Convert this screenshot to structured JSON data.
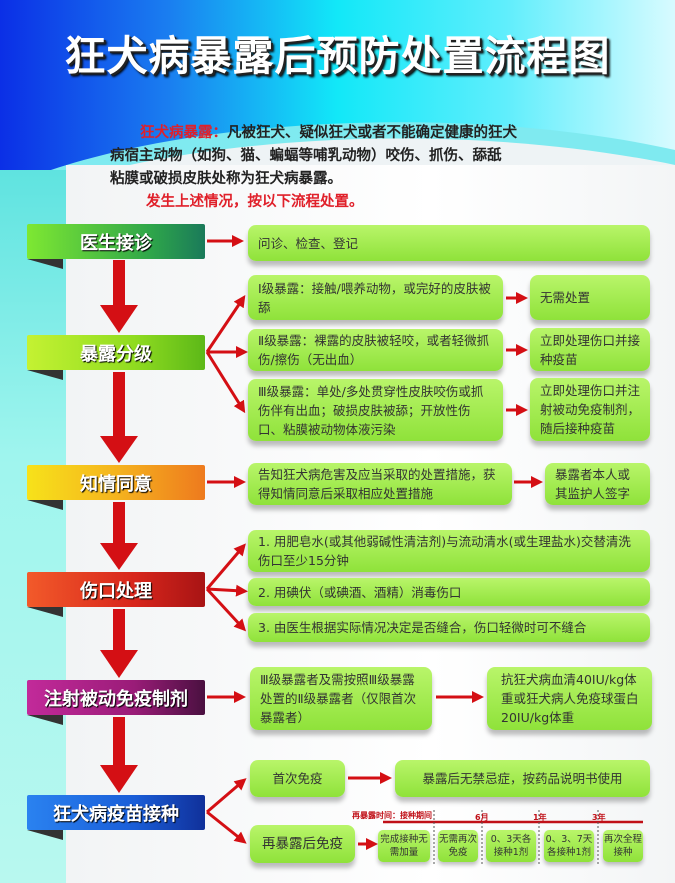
{
  "title": "狂犬病暴露后预防处置流程图",
  "intro": {
    "term": "狂犬病暴露：",
    "line1": "凡被狂犬、疑似狂犬或者不能确定健康的狂犬",
    "line2": "病宿主动物（如狗、猫、蝙蝠等哺乳动物）咬伤、抓伤、舔舐",
    "line3": "粘膜或破损皮肤处称为狂犬病暴露。",
    "line4": "发生上述情况，按以下流程处置。"
  },
  "steps": [
    {
      "label": "医生接诊",
      "color": "#3cb83a"
    },
    {
      "label": "暴露分级",
      "color": "#8ed61e"
    },
    {
      "label": "知情同意",
      "color": "#f3a21c"
    },
    {
      "label": "伤口处理",
      "color": "#d8261c"
    },
    {
      "label": "注射被动免疫制剂",
      "color": "#9a1c78"
    },
    {
      "label": "狂犬病疫苗接种",
      "color": "#1a5ed8"
    }
  ],
  "reception": "问诊、检查、登记",
  "grades": [
    {
      "desc": "Ⅰ级暴露：接触/喂养动物，或完好的皮肤被舔",
      "action": "无需处置"
    },
    {
      "desc": "Ⅱ级暴露：裸露的皮肤被轻咬，或者轻微抓伤/擦伤（无出血）",
      "action": "立即处理伤口并接种疫苗"
    },
    {
      "desc": "Ⅲ级暴露：单处/多处贯穿性皮肤咬伤或抓伤伴有出血；破损皮肤被舔；开放性伤口、粘膜被动物体液污染",
      "action": "立即处理伤口并注射被动免疫制剂，随后接种疫苗"
    }
  ],
  "consent": {
    "desc": "告知狂犬病危害及应当采取的处置措施，获得知情同意后采取相应处置措施",
    "action": "暴露者本人或其监护人签字"
  },
  "wound": [
    "1. 用肥皂水(或其他弱碱性清洁剂)与流动清水(或生理盐水)交替清洗伤口至少15分钟",
    "2. 用碘伏（或碘酒、酒精）消毒伤口",
    "3. 由医生根据实际情况决定是否缝合，伤口轻微时可不缝合"
  ],
  "passive": {
    "desc": "Ⅲ级暴露者及需按照Ⅲ级暴露处置的Ⅱ级暴露者（仅限首次暴露者）",
    "action": "抗狂犬病血清40IU/kg体重或狂犬病人免疫球蛋白20IU/kg体重"
  },
  "vaccine": {
    "first": "首次免疫",
    "first_action": "暴露后无禁忌症，按药品说明书使用",
    "re": "再暴露后免疫",
    "timeline_label": "再暴露时间：接种期间",
    "marks": [
      "6月",
      "1年",
      "3年"
    ],
    "cells": [
      "完成接种无需加量",
      "无需再次免疫",
      "0、3天各接种1剂",
      "0、3、7天各接种1剂",
      "再次全程接种"
    ]
  },
  "colors": {
    "arrow": "#d40f14",
    "box": "#a6ec4f"
  }
}
